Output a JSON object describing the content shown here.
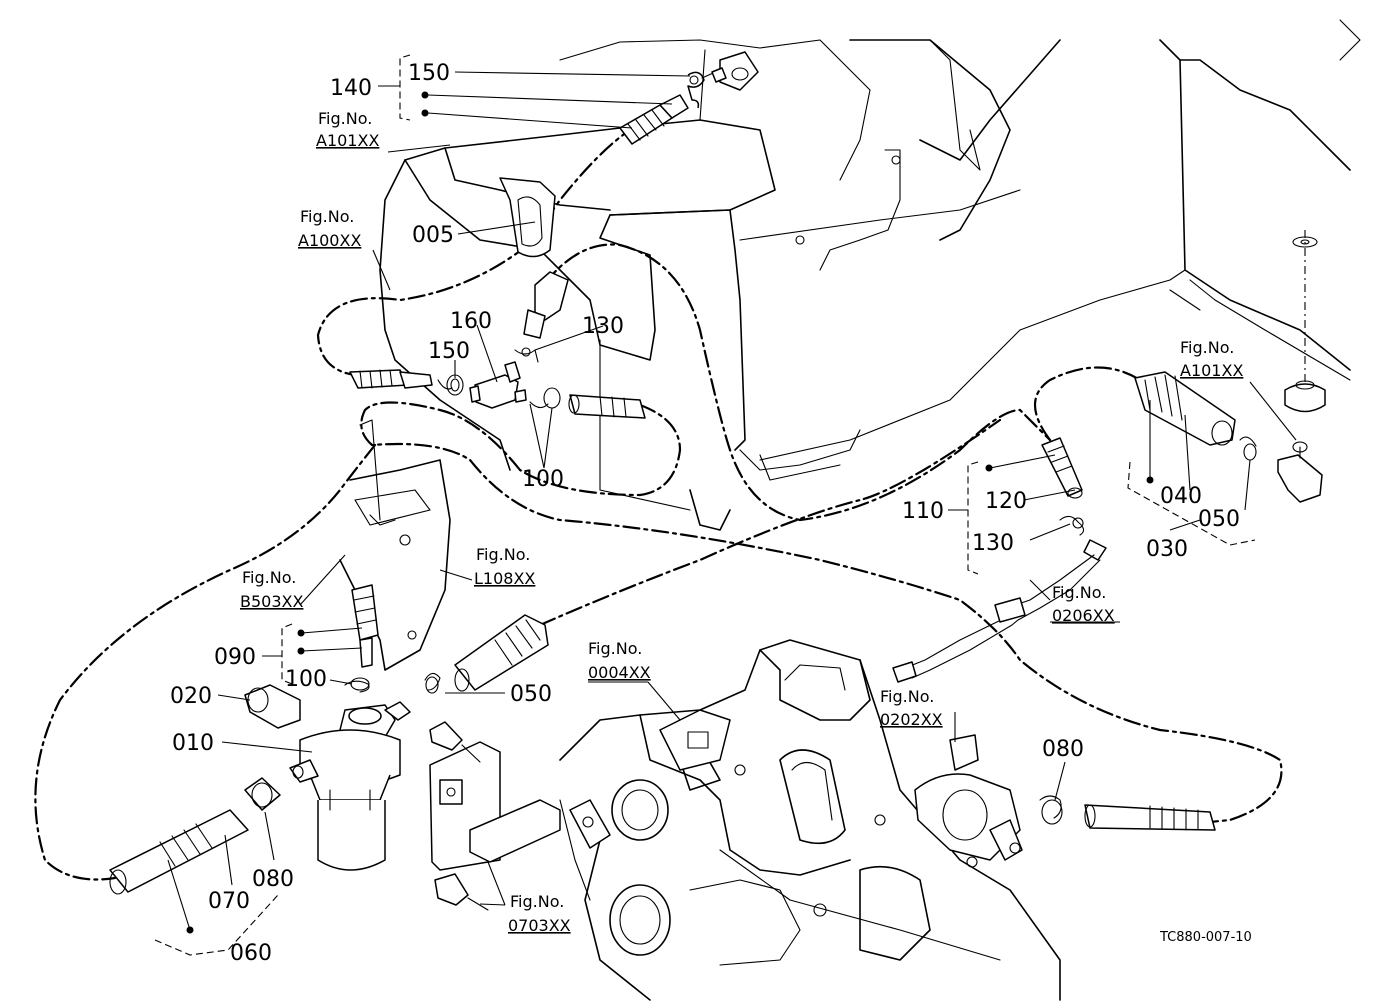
{
  "diagram": {
    "callouts": {
      "c005": "005",
      "c010": "010",
      "c020": "020",
      "c030": "030",
      "c040": "040",
      "c050a": "050",
      "c050b": "050",
      "c060": "060",
      "c070": "070",
      "c080a": "080",
      "c080b": "080",
      "c090": "090",
      "c100a": "100",
      "c100b": "100",
      "c110": "110",
      "c120": "120",
      "c130a": "130",
      "c130b": "130",
      "c140": "140",
      "c150a": "150",
      "c150b": "150",
      "c160": "160"
    },
    "fig_refs": {
      "prefix": "Fig.No.",
      "a101_top": "A101XX",
      "a100": "A100XX",
      "a101_right": "A101XX",
      "l108": "L108XX",
      "b503": "B503XX",
      "r0206": "0206XX",
      "r0004": "0004XX",
      "r0202": "0202XX",
      "r0703": "0703XX"
    },
    "drawing_code": "TC880-007-10"
  }
}
